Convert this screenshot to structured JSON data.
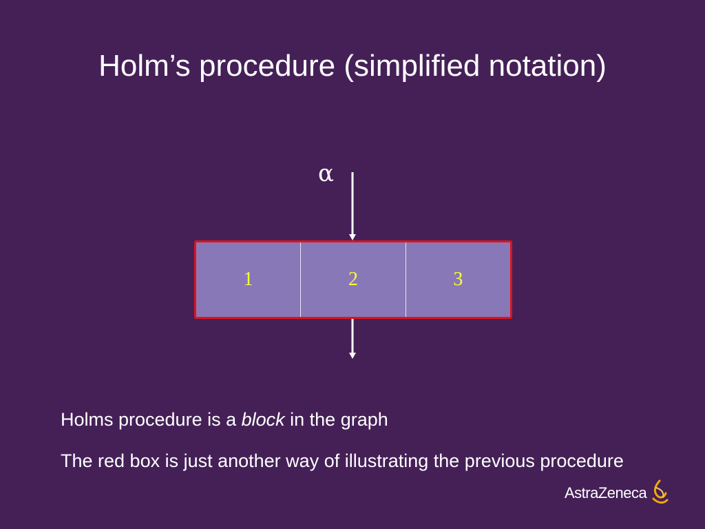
{
  "slide": {
    "title": "Holm’s procedure (simplified notation)",
    "background_color": "#452057"
  },
  "diagram": {
    "input_label": "α",
    "cells": [
      "1",
      "2",
      "3"
    ],
    "box_border_color": "#e0131d",
    "box_fill_color": "#8878b8",
    "cell_text_color": "#ffff33"
  },
  "body": {
    "line1_before": "Holms procedure is a ",
    "line1_emphasis": "block",
    "line1_after": " in the graph",
    "line2": "The red box is just another way of illustrating the previous procedure"
  },
  "logo": {
    "text": "AstraZeneca",
    "icon": "astrazeneca-logo-icon",
    "icon_color": "#f0ab00"
  }
}
